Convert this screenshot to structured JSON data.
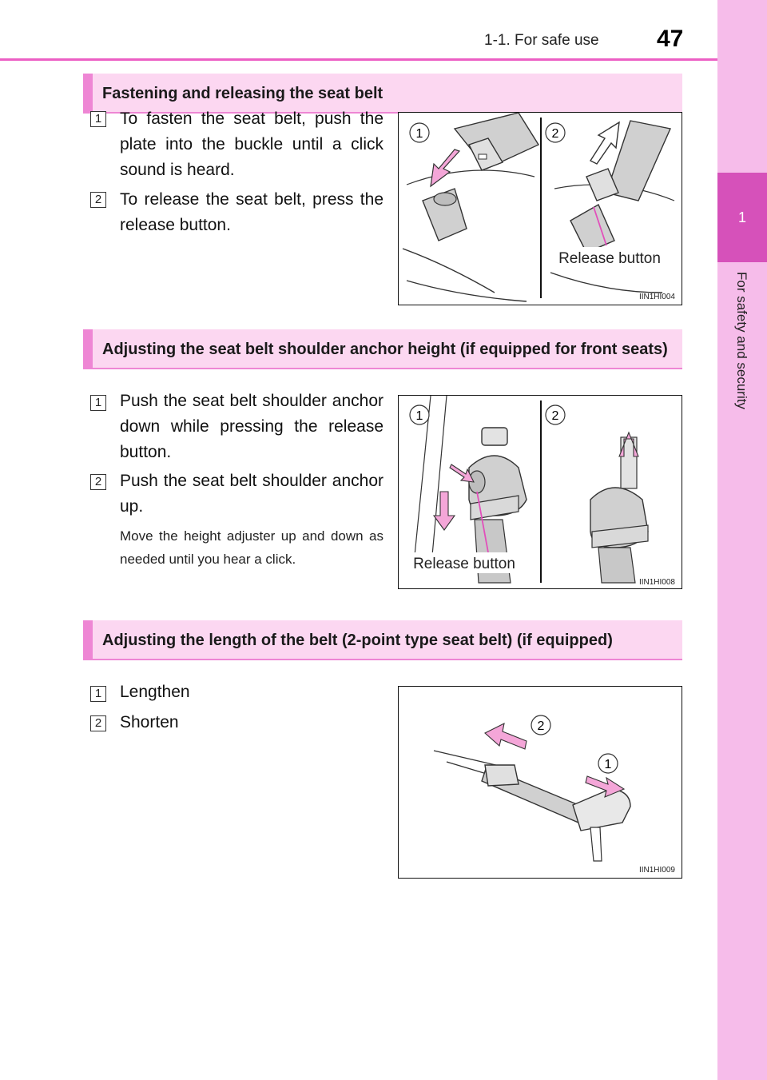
{
  "header": {
    "title": "1-1. For safe use",
    "page_number": "47"
  },
  "side_tab": {
    "chapter_number": "1",
    "chapter_title": "For safety and security"
  },
  "sections": [
    {
      "heading": "Fastening and releasing the seat belt",
      "steps": [
        {
          "num": "1",
          "text": "To fasten the seat belt, push the plate into the buckle until a click sound is heard."
        },
        {
          "num": "2",
          "text": "To release the seat belt, press the release button."
        }
      ],
      "figure": {
        "label_1": "1",
        "label_2": "2",
        "callout": "Release button",
        "code": "IIN1HI004"
      }
    },
    {
      "heading": "Adjusting the seat belt shoulder anchor height (if equipped for front seats)",
      "steps": [
        {
          "num": "1",
          "text": "Push the seat belt shoulder anchor down while pressing the release button."
        },
        {
          "num": "2",
          "text": "Push the seat belt shoulder anchor up."
        }
      ],
      "note": "Move the height adjuster up and down as needed until you hear a click.",
      "figure": {
        "label_1": "1",
        "label_2": "2",
        "callout": "Release button",
        "code": "IIN1HI008"
      }
    },
    {
      "heading": "Adjusting the length of the belt (2-point type seat belt) (if equipped)",
      "steps": [
        {
          "num": "1",
          "text": "Lengthen"
        },
        {
          "num": "2",
          "text": "Shorten"
        }
      ],
      "figure": {
        "label_1": "1",
        "label_2": "2",
        "code": "IIN1HI009"
      }
    }
  ],
  "colors": {
    "accent": "#ec5fc4",
    "tab_bg": "#f6bcea",
    "tab_highlight": "#d651ba",
    "heading_bg": "#fcd7f1",
    "arrow_fill": "#f4a6d8",
    "belt_gray": "#d0d0d0"
  }
}
